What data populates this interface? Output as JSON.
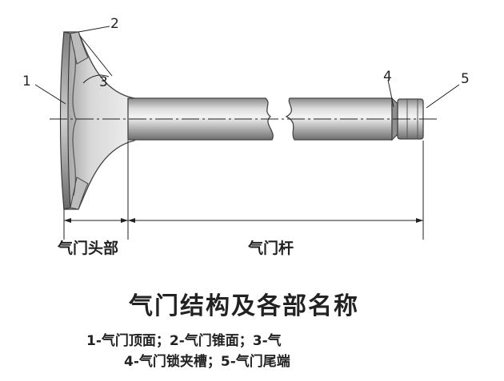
{
  "diagram": {
    "callouts": [
      "1",
      "2",
      "3",
      "4",
      "5"
    ],
    "dim_labels": {
      "head": "气门头部",
      "stem": "气门杆"
    }
  },
  "title": "气门结构及各部名称",
  "legend": {
    "line1": "1-气门顶面；2-气门锥面；3-气",
    "line2": "4-气门锁夹槽；5-气门尾端"
  },
  "colors": {
    "metal_light": "#e8e8e8",
    "metal_mid": "#a9a9a9",
    "metal_dark": "#555555",
    "ink": "#222222"
  }
}
